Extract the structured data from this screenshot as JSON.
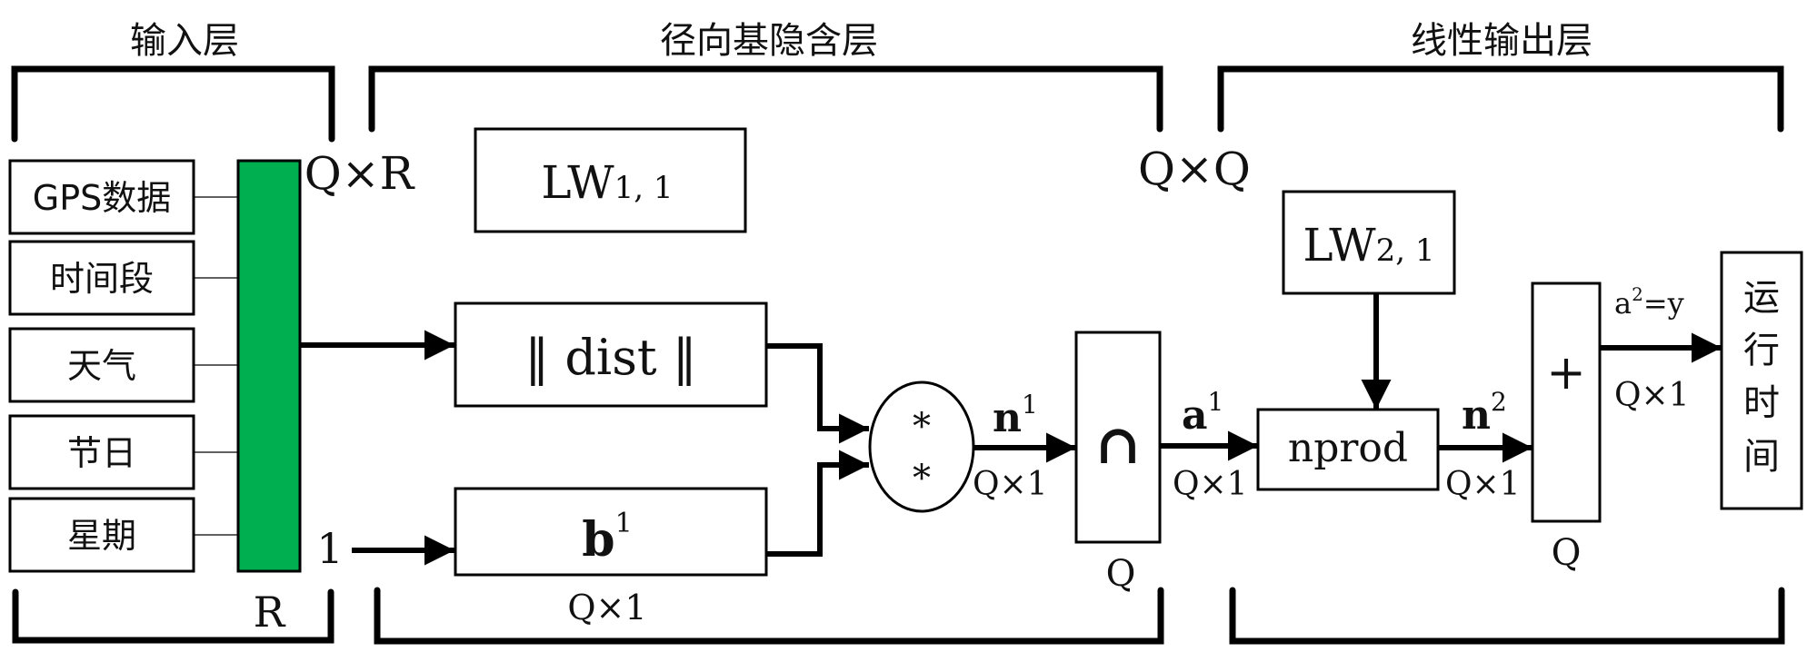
{
  "layers": {
    "input": "输入层",
    "hidden": "径向基隐含层",
    "output": "线性输出层"
  },
  "inputs": [
    "GPS数据",
    "时间段",
    "天气",
    "节日",
    "星期"
  ],
  "colors": {
    "input_bar": "#00b050",
    "stroke": "#000000",
    "background": "#ffffff"
  },
  "labels": {
    "q_by_r": "Q×R",
    "r": "R",
    "one": "1",
    "lw11_main": "LW",
    "lw11_sub": "1, 1",
    "dist": "‖ dist ‖",
    "b_main": "b",
    "b_sup": "1",
    "b_dim": "Q×1",
    "mult_top": "*",
    "mult_bottom": "*",
    "n1_main": "n",
    "n1_sup": "1",
    "n1_dim": "Q×1",
    "q_by_q": "Q×Q",
    "radbas_symbol": "∩",
    "radbas_dim": "Q",
    "a1_main": "a",
    "a1_sup": "1",
    "a1_dim": "Q×1",
    "lw21_main": "LW",
    "lw21_sub": "2, 1",
    "nprod": "nprod",
    "n2_main": "n",
    "n2_sup": "2",
    "n2_dim": "Q×1",
    "plus": "+",
    "plus_dim": "Q",
    "a2_main": "a",
    "a2_sup": "2",
    "a2_rest": "=y",
    "a2_dim": "Q×1",
    "output_chars": [
      "运",
      "行",
      "时",
      "间"
    ]
  }
}
